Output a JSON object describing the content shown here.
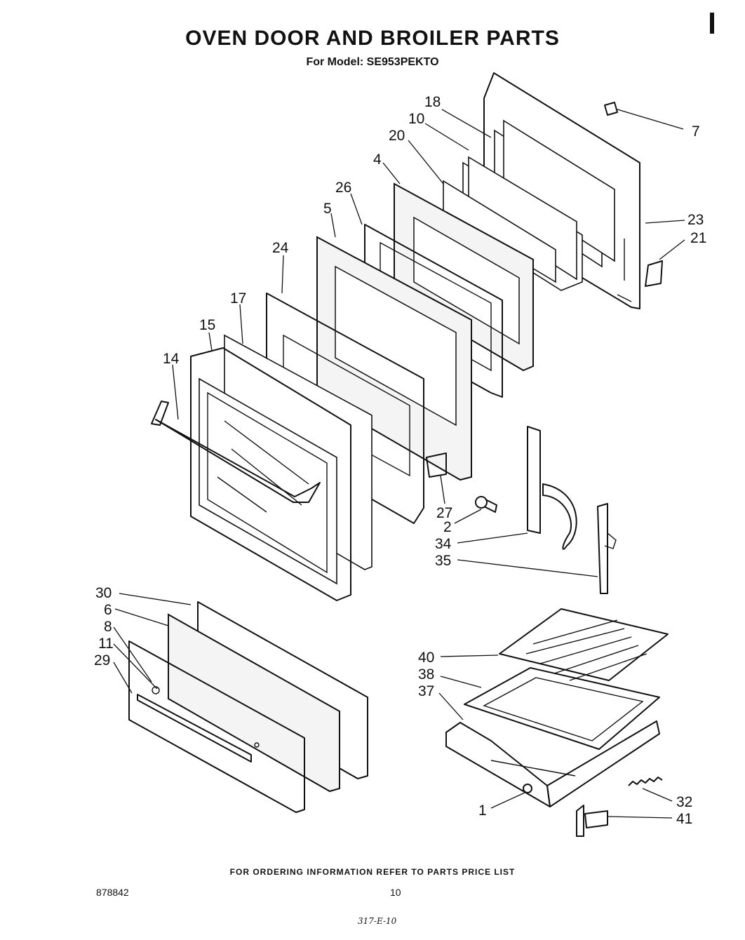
{
  "title": "OVEN DOOR AND BROILER PARTS",
  "subtitle": "For Model: SE953PEKTO",
  "footer_note": "FOR ORDERING INFORMATION REFER TO PARTS PRICE LIST",
  "doc_number": "878842",
  "page_number": "10",
  "handwritten_note": "317-E-10",
  "callouts": {
    "c18": "18",
    "c10": "10",
    "c20": "20",
    "c4": "4",
    "c26": "26",
    "c5": "5",
    "c24": "24",
    "c17": "17",
    "c15": "15",
    "c14": "14",
    "c7": "7",
    "c23": "23",
    "c21": "21",
    "c27": "27",
    "c2": "2",
    "c34": "34",
    "c35": "35",
    "c30": "30",
    "c6": "6",
    "c8": "8",
    "c11": "11",
    "c29": "29",
    "c40": "40",
    "c38": "38",
    "c37": "37",
    "c1": "1",
    "c32": "32",
    "c41": "41"
  }
}
